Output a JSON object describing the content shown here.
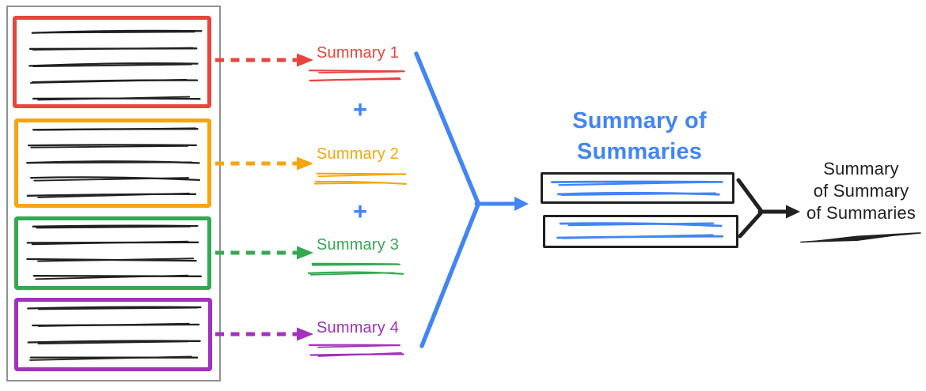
{
  "colors": {
    "red": "#E8453C",
    "orange": "#F6A50F",
    "green": "#35A853",
    "purple": "#A231BE",
    "blue": "#4285F4",
    "ink": "#212121",
    "panel_border": "#8F9193"
  },
  "documents_panel": {
    "boxes": [
      {
        "name": "document-1",
        "color": "red",
        "line_count": 5
      },
      {
        "name": "document-2",
        "color": "orange",
        "line_count": 5
      },
      {
        "name": "document-3",
        "color": "green",
        "line_count": 4
      },
      {
        "name": "document-4",
        "color": "purple",
        "line_count": 4
      }
    ]
  },
  "summaries": [
    {
      "label": "Summary 1",
      "color": "red",
      "scribble_lines": 2
    },
    {
      "label": "Summary 2",
      "color": "orange",
      "scribble_lines": 2
    },
    {
      "label": "Summary 3",
      "color": "green",
      "scribble_lines": 2
    },
    {
      "label": "Summary 4",
      "color": "purple",
      "scribble_lines": 2
    }
  ],
  "plus_signs": [
    "+",
    "+"
  ],
  "summary_of_summaries": {
    "title_lines": [
      "Summary of",
      "Summaries"
    ],
    "boxes": [
      {
        "name": "summary-of-summaries-doc-1",
        "line_count": 2
      },
      {
        "name": "summary-of-summaries-doc-2",
        "line_count": 2
      }
    ]
  },
  "final_summary": {
    "lines": [
      "Summary",
      "of Summary",
      "of Summaries"
    ],
    "scribble_lines": 1
  }
}
